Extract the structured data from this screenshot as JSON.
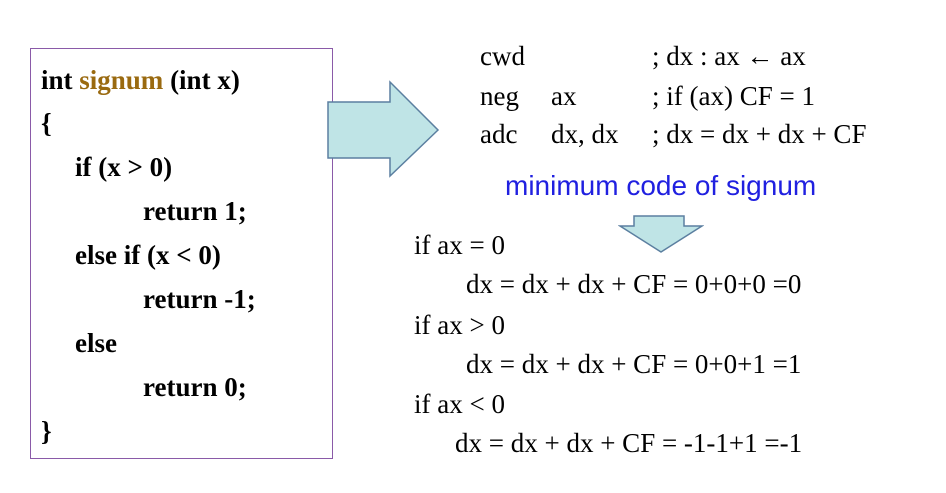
{
  "c_code": {
    "line1_prefix": "int ",
    "line1_func": "signum",
    "line1_suffix": " (int x)",
    "line2": "{",
    "line3": "if (x > 0)",
    "line4": "return 1;",
    "line5": "else if (x < 0)",
    "line6": "return -1;",
    "line7": "else",
    "line8": "return 0;",
    "line9": "}"
  },
  "asm": [
    {
      "op": "cwd",
      "args": "",
      "comment": "; dx : ax ← ax"
    },
    {
      "op": "neg",
      "args": "ax",
      "comment": "; if (ax) CF = 1"
    },
    {
      "op": "adc",
      "args": "dx, dx",
      "comment": "; dx = dx + dx + CF"
    }
  ],
  "caption": "minimum code of signum",
  "analysis": {
    "c1": "if ax = 0",
    "r1": "dx = dx + dx + CF = 0+0+0 =0",
    "c2": "if ax > 0",
    "r2": "dx = dx + dx + CF = 0+0+1 =1",
    "c3": "if ax < 0",
    "r3": "dx = dx + dx + CF = -1-1+1 =-1"
  },
  "colors": {
    "box_border": "#8a5aa8",
    "function_name": "#9a6a10",
    "caption": "#2020e0",
    "arrow_fill": "#bfe4e6",
    "arrow_stroke": "#5b7fa0"
  }
}
